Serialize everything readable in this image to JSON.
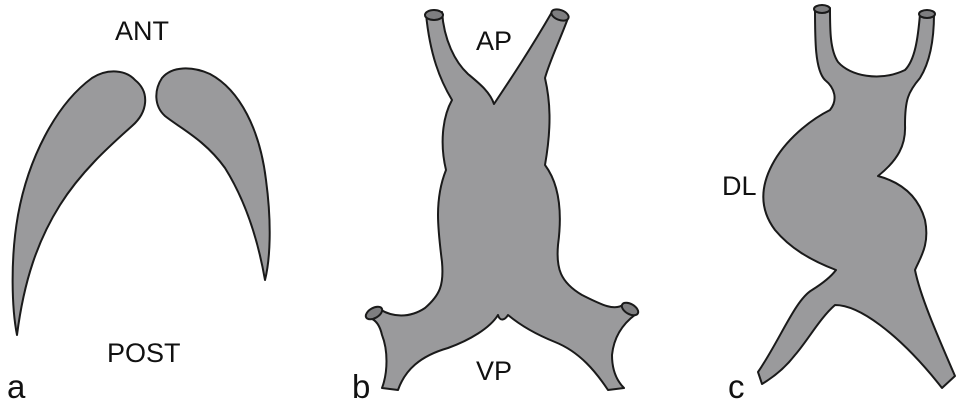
{
  "figure": {
    "panel_a": {
      "letter": "a",
      "top_label": "ANT",
      "bottom_label": "POST"
    },
    "panel_b": {
      "letter": "b",
      "top_label": "AP",
      "bottom_label": "VP"
    },
    "panel_c": {
      "letter": "c",
      "side_label": "DL"
    },
    "colors": {
      "fill": "#9a9a9c",
      "outline": "#1a1a1a",
      "text": "#111111",
      "background": "#ffffff"
    }
  }
}
